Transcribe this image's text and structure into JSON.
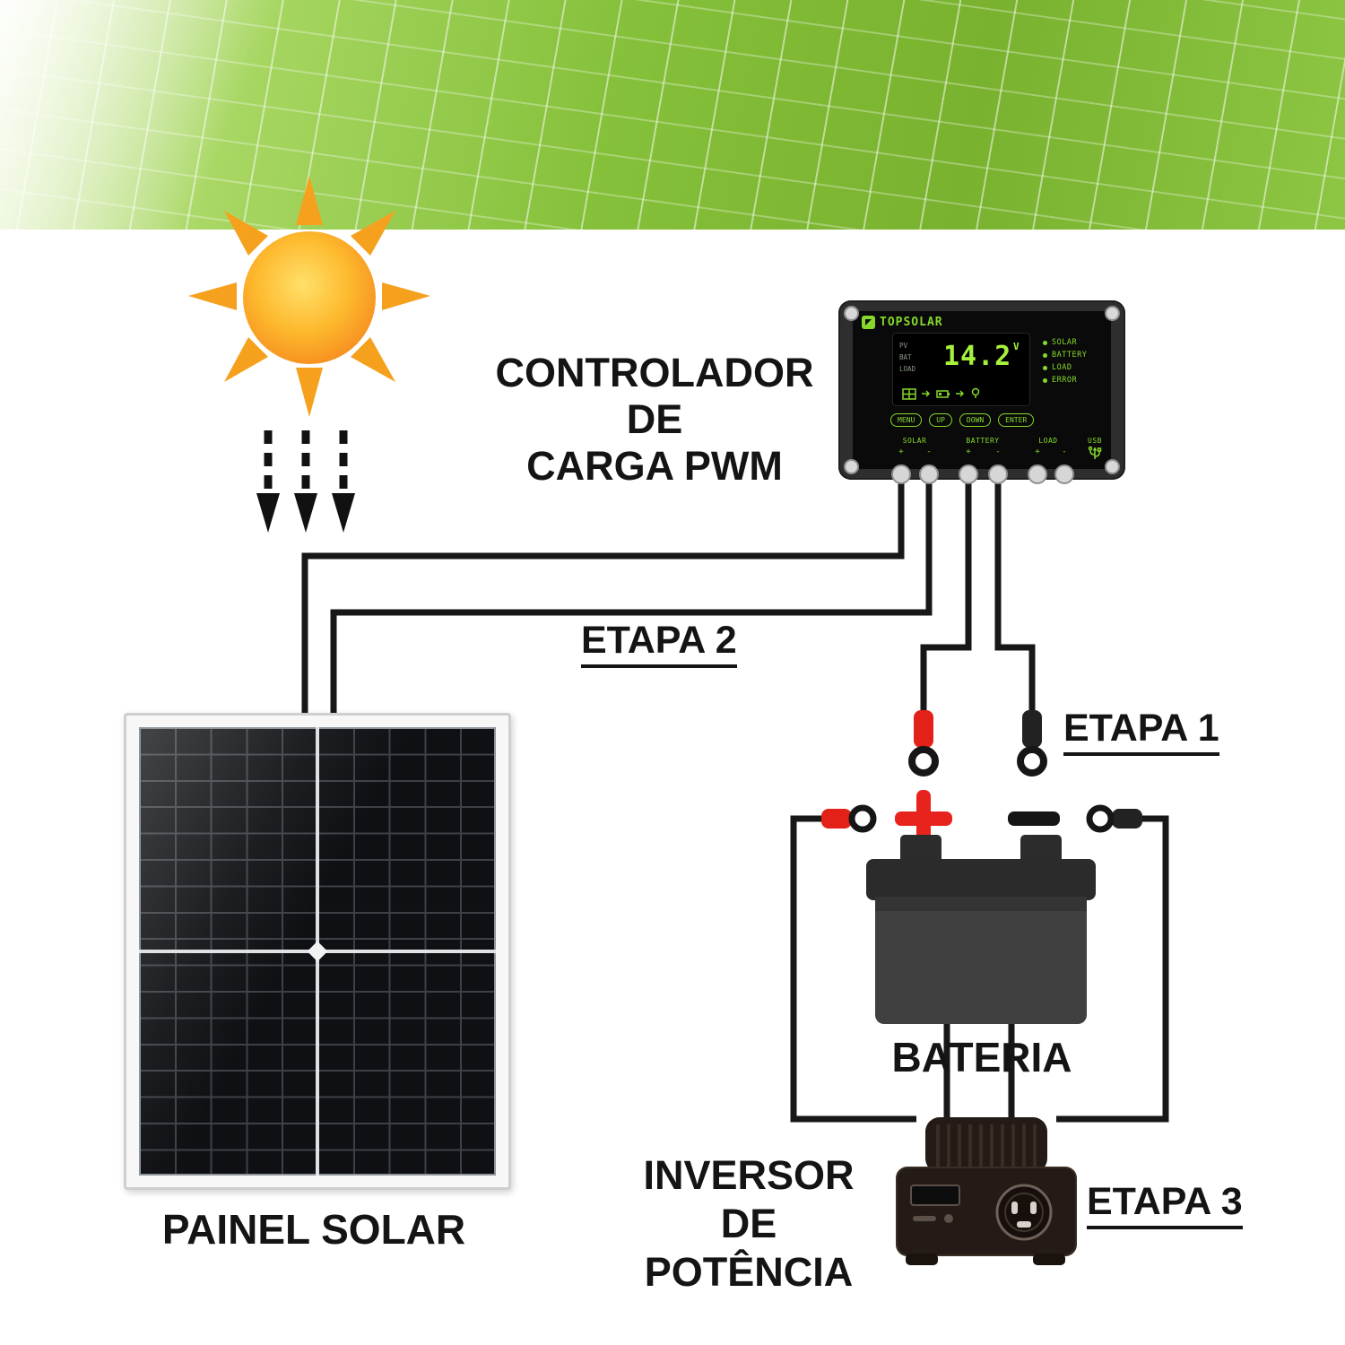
{
  "colors": {
    "banner_green": "#86C13B",
    "controller_accent_green": "#86D92C",
    "wire_black": "#171717",
    "plus_red": "#E8231E",
    "label_text": "#141414"
  },
  "labels": {
    "controller_line1": "CONTROLADOR DE",
    "controller_line2": "CARGA PWM",
    "etapa1": "ETAPA 1",
    "etapa2": "ETAPA 2",
    "etapa3": "ETAPA 3",
    "battery": "BATERIA",
    "panel": "PAINEL SOLAR",
    "inverter_line1": "INVERSOR DE",
    "inverter_line2": "POTÊNCIA"
  },
  "controller": {
    "brand": "TOPSOLAR",
    "display_value": "14.2",
    "display_unit": "V",
    "screen_side_labels": [
      "PV",
      "BAT",
      "LOAD"
    ],
    "status_labels": [
      "SOLAR",
      "BATTERY",
      "LOAD",
      "ERROR"
    ],
    "buttons": [
      "MENU",
      "UP",
      "DOWN",
      "ENTER"
    ],
    "terminal_labels": [
      "SOLAR",
      "BATTERY",
      "LOAD",
      "USB"
    ],
    "polarity_plus": "+",
    "polarity_minus": "-"
  },
  "battery": {
    "positive_symbol": "+",
    "negative_symbol": "−"
  }
}
